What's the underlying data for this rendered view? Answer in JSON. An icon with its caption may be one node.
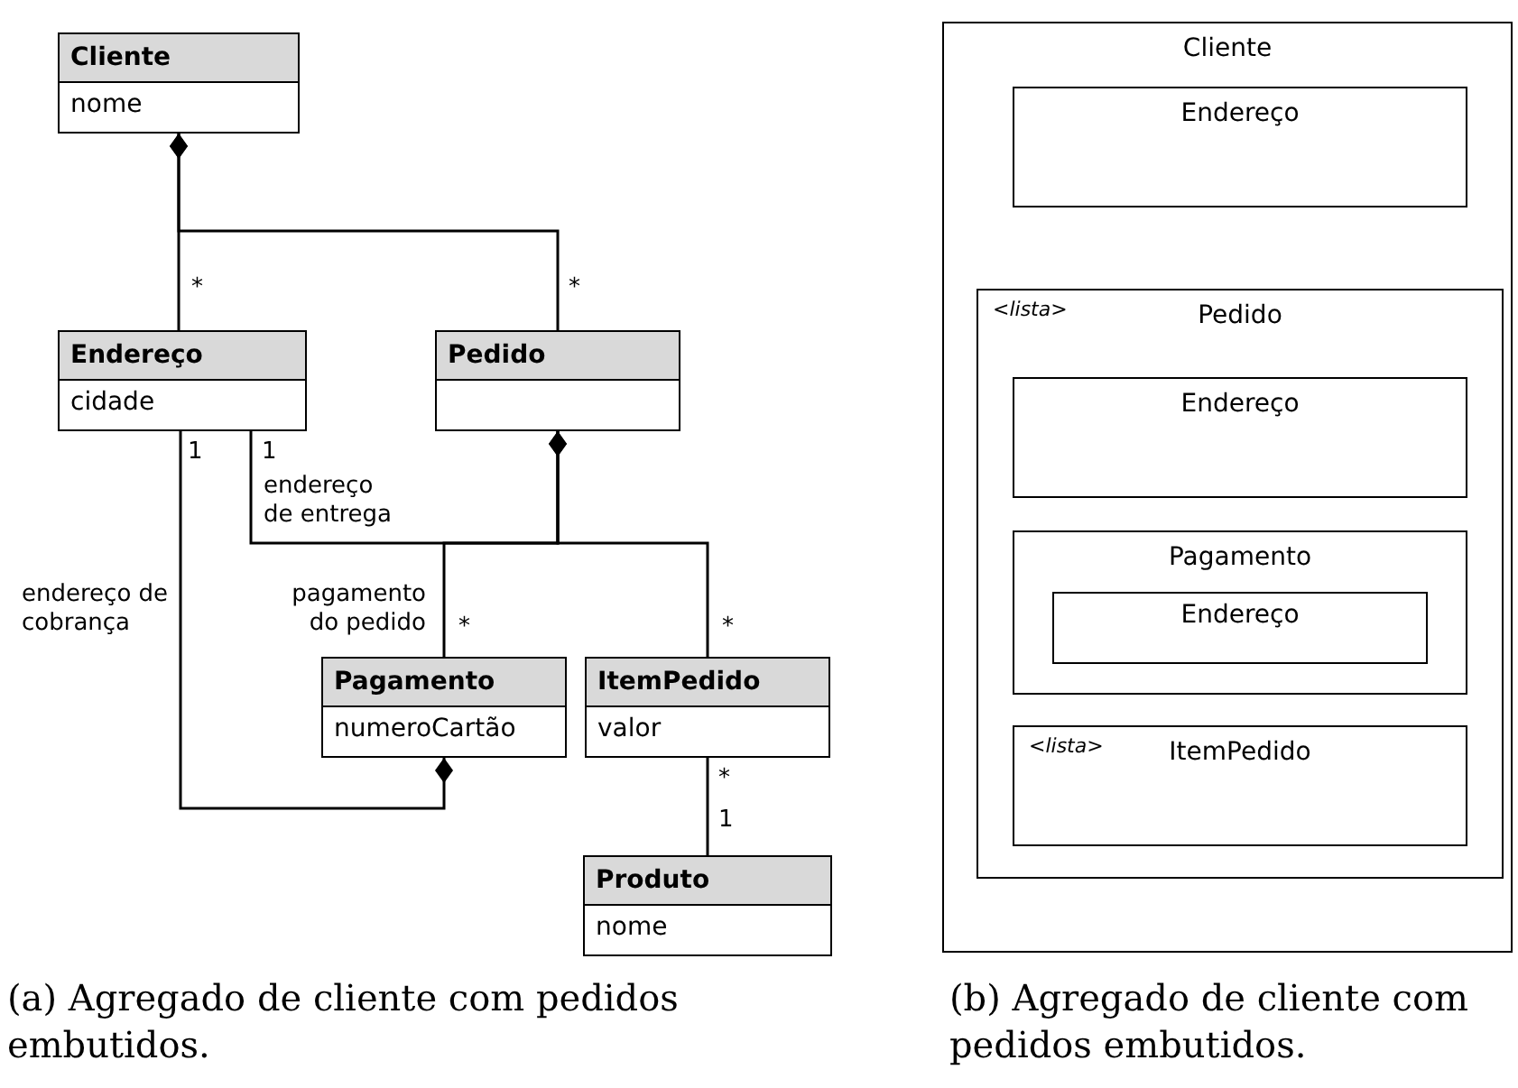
{
  "diagram": {
    "nodes": [
      {
        "text": [
          "Cliente",
          "nome"
        ]
      },
      {
        "text": [
          "Endereço",
          "cidade"
        ]
      },
      {
        "text": [
          "Pedido"
        ]
      },
      {
        "text": [
          "Pagamento",
          "numeroCartão"
        ]
      },
      {
        "text": [
          "ItemPedido",
          "valor"
        ]
      },
      {
        "text": [
          "Produto",
          "nome"
        ]
      },
      {
        "text": [
          "Cliente"
        ]
      },
      {
        "text": [
          "Endereço"
        ],
        "in": 6
      },
      {
        "text": [
          "<lista>",
          "Pedido"
        ],
        "in": 6
      },
      {
        "text": [
          "Endereço"
        ],
        "in": 8
      },
      {
        "text": [
          "Pagamento"
        ],
        "in": 8
      },
      {
        "text": [
          "Endereço"
        ],
        "in": 10
      },
      {
        "text": [
          "<lista>",
          "ItemPedido"
        ],
        "in": 8
      }
    ],
    "edges": [
      {
        "from": 0,
        "to": 1,
        "arrow": "other"
      },
      {
        "from": 0,
        "to": 2,
        "arrow": "other"
      },
      {
        "from": 2,
        "to": 3,
        "arrow": "other",
        "label": "pagamento do pedido"
      },
      {
        "from": 2,
        "to": 4,
        "arrow": "other"
      },
      {
        "from": 1,
        "to": 2,
        "arrow": "none",
        "label": "endereço de entrega"
      },
      {
        "from": 3,
        "to": 1,
        "arrow": "other",
        "label": "endereço de cobrança"
      },
      {
        "from": 4,
        "to": 5,
        "arrow": "none"
      }
    ],
    "labels": [
      "*",
      "*",
      "1",
      "1",
      "*",
      "*",
      "*",
      "1",
      "(a) Agregado de cliente com pedidos embutidos.",
      "(b) Agregado de cliente com pedidos embutidos."
    ]
  }
}
